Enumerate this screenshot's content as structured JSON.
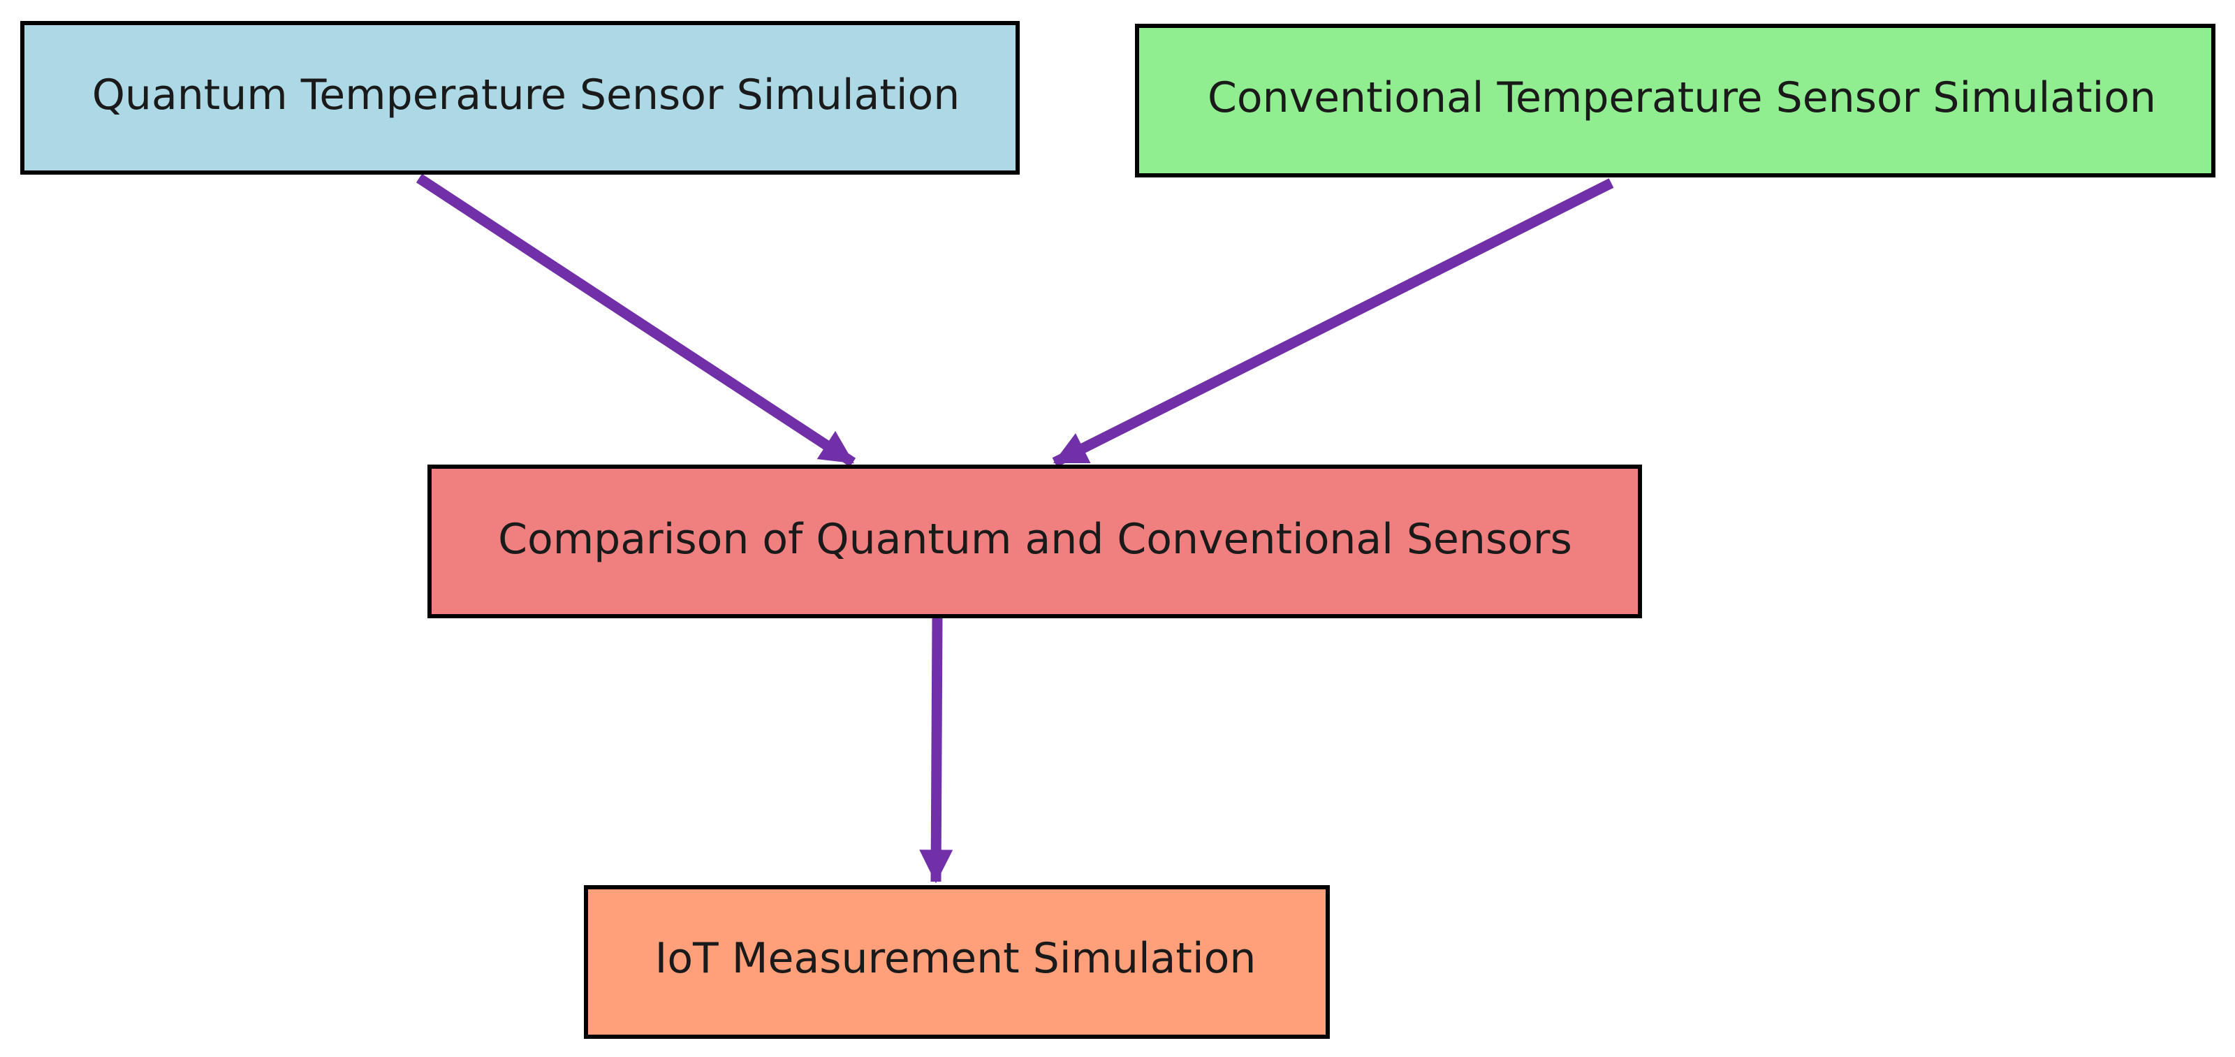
{
  "colors": {
    "arrow": "#7230a8",
    "quantum_box": "#add8e6",
    "conventional_box": "#90ee90",
    "comparison_box": "#f08080",
    "iot_box": "#ffa07a",
    "border": "#000000"
  },
  "nodes": {
    "quantum": {
      "label": "Quantum Temperature Sensor Simulation"
    },
    "conventional": {
      "label": "Conventional Temperature Sensor Simulation"
    },
    "comparison": {
      "label": "Comparison of Quantum and Conventional Sensors"
    },
    "iot": {
      "label": "IoT Measurement Simulation"
    }
  },
  "edges": [
    {
      "from": "quantum",
      "to": "comparison"
    },
    {
      "from": "conventional",
      "to": "comparison"
    },
    {
      "from": "comparison",
      "to": "iot"
    }
  ]
}
